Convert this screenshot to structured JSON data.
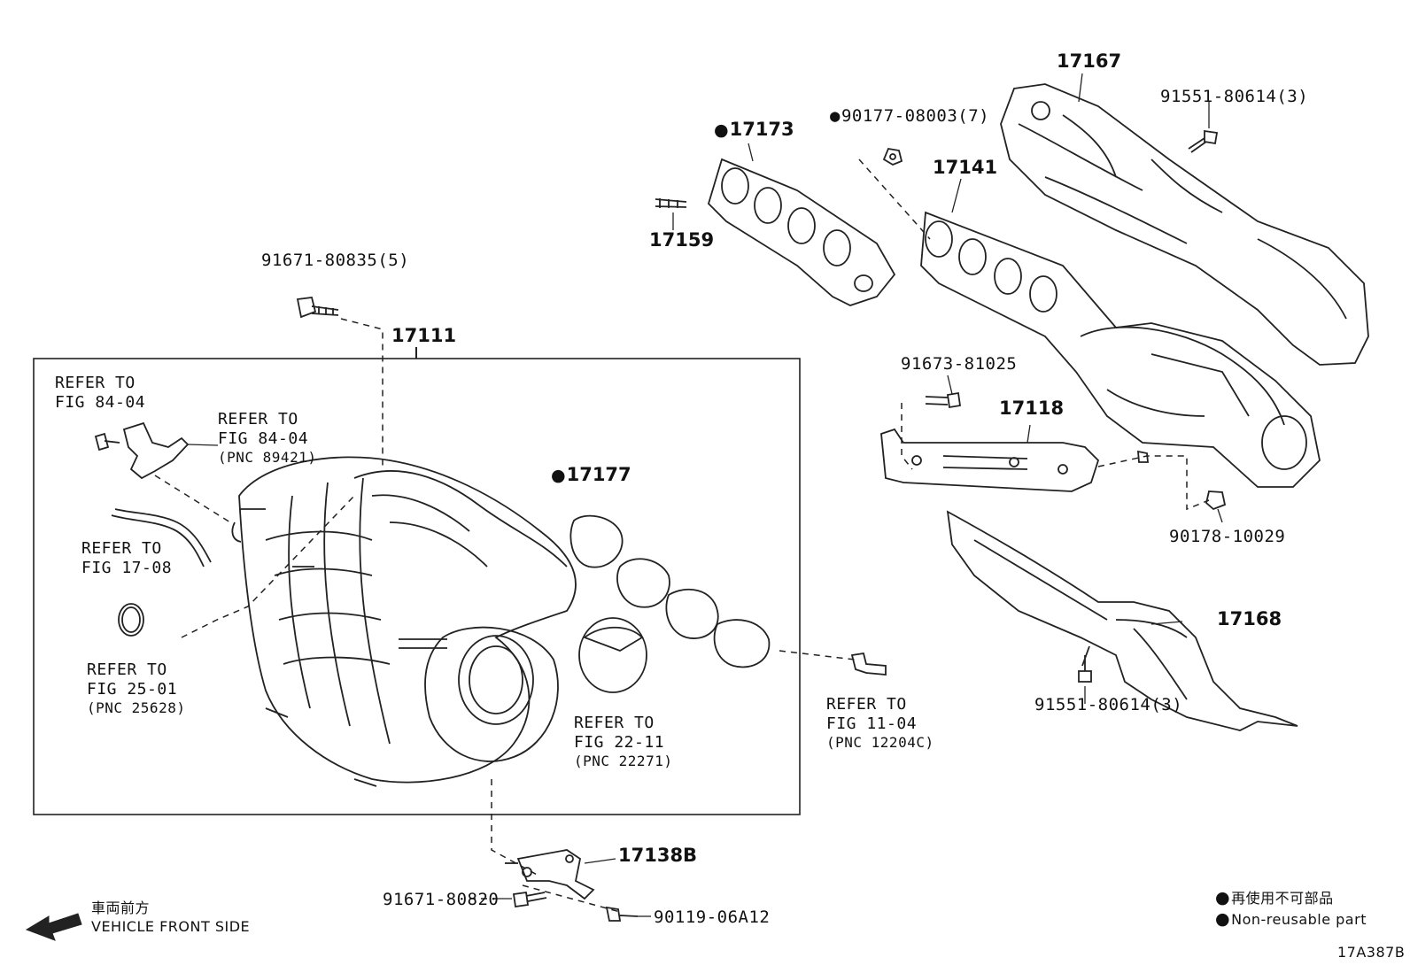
{
  "parts": {
    "p17167": "17167",
    "p91551_top": "91551-80614(3)",
    "p90177": "90177-08003(7)",
    "p17173": "17173",
    "p17141": "17141",
    "p17159": "17159",
    "p91671_80835": "91671-80835(5)",
    "p17111": "17111",
    "p91673": "91673-81025",
    "p17118": "17118",
    "p17177": "17177",
    "p90178": "90178-10029",
    "p17168": "17168",
    "p91551_bot": "91551-80614(3)",
    "p17138b": "17138B",
    "p91671_80820": "91671-80820",
    "p90119": "90119-06A12"
  },
  "refs": {
    "r1_line1": "REFER TO",
    "r1_line2": "FIG 84-04",
    "r2_line1": "REFER TO",
    "r2_line2": "FIG 84-04",
    "r2_line3": "(PNC 89421)",
    "r3_line1": "REFER TO",
    "r3_line2": "FIG 17-08",
    "r4_line1": "REFER TO",
    "r4_line2": "FIG 25-01",
    "r4_line3": "(PNC 25628)",
    "r5_line1": "REFER TO",
    "r5_line2": "FIG 22-11",
    "r5_line3": "(PNC 22271)",
    "r6_line1": "REFER TO",
    "r6_line2": "FIG 11-04",
    "r6_line3": "(PNC 12204C)"
  },
  "direction": {
    "jp": "車両前方",
    "en": "VEHICLE FRONT SIDE"
  },
  "legend": {
    "jp": "再使用不可部品",
    "en": "Non-reusable part"
  },
  "figure_code": "17A387B"
}
